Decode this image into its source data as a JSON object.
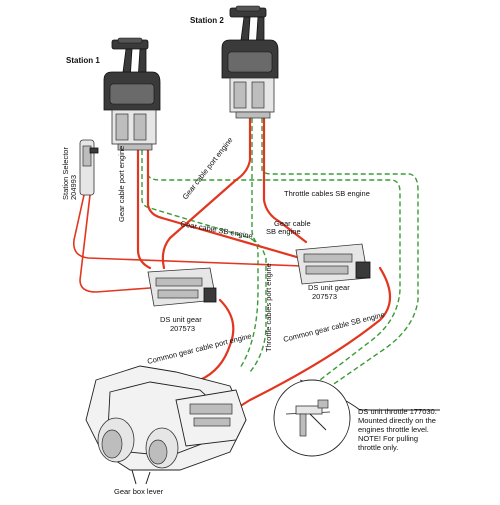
{
  "labels": {
    "station1": "Station 1",
    "station2": "Station 2",
    "station_selector_line1": "Station Selector",
    "station_selector_line2": "204993",
    "gear_cable_port_engine_vertical": "Gear cable port engine",
    "gear_cable_port_engine_diag": "Gear cable port engine",
    "throttle_cables_sb_engine": "Throttle cables SB engine",
    "gear_cable_sb_engine": "Gear cable SB engine",
    "gear_cable_sb_engine_line1": "Gear cable",
    "gear_cable_sb_engine_line2": "SB engine",
    "throttle_cables_port_engine": "Throttle cables port engine",
    "ds_unit_gear_left_line1": "DS unit gear",
    "ds_unit_gear_left_line2": "207573",
    "ds_unit_gear_right_line1": "DS unit gear",
    "ds_unit_gear_right_line2": "207573",
    "common_gear_cable_port_engine": "Common gear cable port engine",
    "common_gear_cable_sb_engine": "Common gear cable SB engine",
    "ds_unit_throttle_line1": "DS unit throttle 177030.",
    "ds_unit_throttle_line2": "Mounted directly on the",
    "ds_unit_throttle_line3": "engines throttle level.",
    "ds_unit_throttle_line4": "NOTE! For pulling",
    "ds_unit_throttle_line5": "throttle only.",
    "gear_box_lever": "Gear box lever"
  },
  "colors": {
    "gear_cable": "#e2361f",
    "throttle_cable": "#3a9b36",
    "control_body": "#3a3a3a",
    "metal": "#e6e6e6"
  }
}
